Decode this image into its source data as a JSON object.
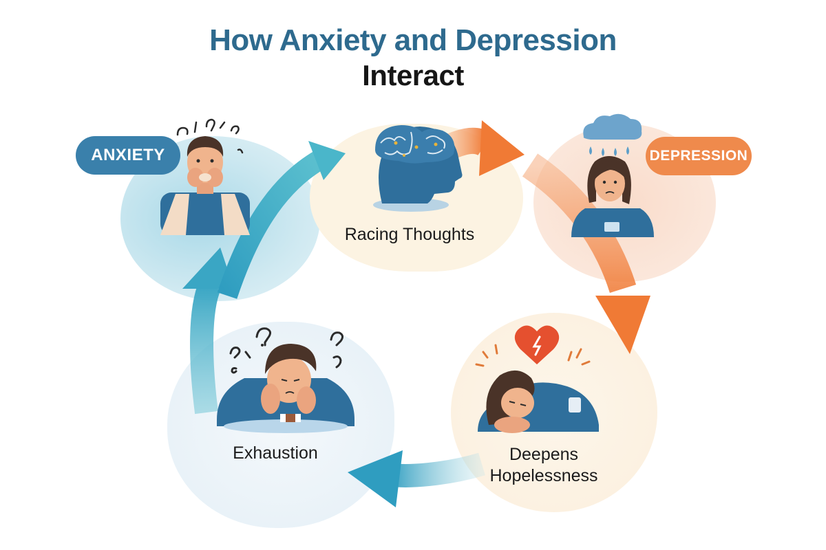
{
  "title": {
    "line1": "How Anxiety and Depression",
    "line2": "Interact"
  },
  "colors": {
    "title_blue": "#2e6a8e",
    "anxiety_blue": "#3a80ab",
    "depression_orange": "#ef8a4c",
    "arrow_teal": "#3aa6c4",
    "arrow_orange": "#f07a35",
    "heart_red": "#e5502f"
  },
  "nodes": {
    "anxiety": {
      "label": "ANXIETY",
      "icon": "worried-person-biting-nails-icon"
    },
    "racing_thoughts": {
      "label": "Racing Thoughts",
      "icon": "brain-head-icon"
    },
    "depression": {
      "label": "DEPRESSION",
      "icon": "sad-person-rain-cloud-icon"
    },
    "hopelessness": {
      "label_line1": "Deepens",
      "label_line2": "Hopelessness",
      "icon": "person-head-down-broken-heart-icon"
    },
    "exhaustion": {
      "label": "Exhaustion",
      "icon": "tired-person-question-marks-icon"
    }
  },
  "cycle": [
    {
      "from": "Anxiety",
      "to": "Racing Thoughts",
      "color": "teal"
    },
    {
      "from": "Racing Thoughts",
      "to": "Depression",
      "color": "orange"
    },
    {
      "from": "Depression",
      "to": "Deepens Hopelessness",
      "color": "orange"
    },
    {
      "from": "Deepens Hopelessness",
      "to": "Exhaustion",
      "color": "teal"
    },
    {
      "from": "Exhaustion",
      "to": "Anxiety",
      "color": "teal"
    }
  ]
}
